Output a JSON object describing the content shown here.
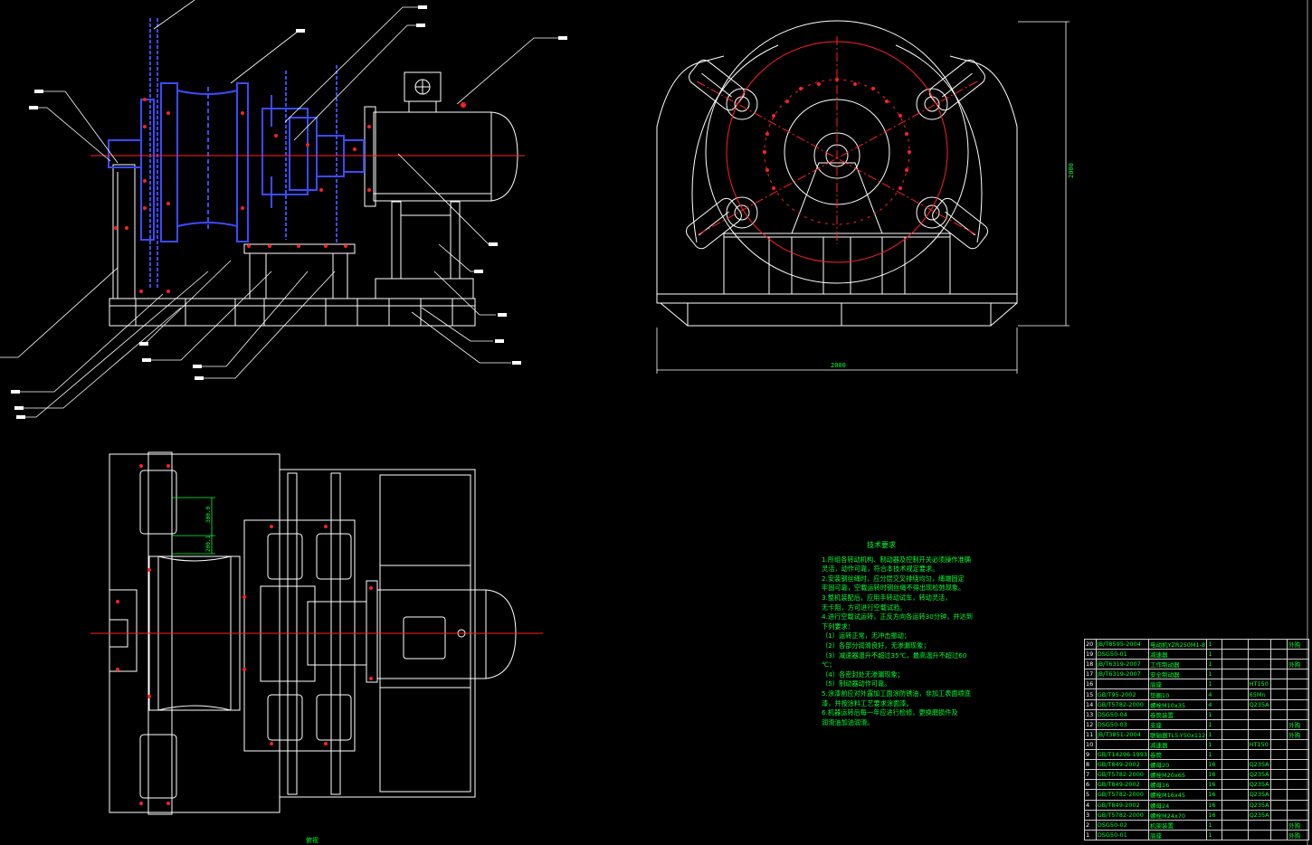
{
  "dimensions": {
    "side_height": "2000",
    "side_width": "2000",
    "plan_dim_a": "300.0",
    "plan_dim_b": "200.1"
  },
  "view_label": "俯视",
  "tech_requirements": {
    "title": "技术要求",
    "lines": [
      "1.所组各转动机构、制动器及控制开关必须操作准确",
      "灵活，动作可靠，符合本技术规定要求。",
      "2.安装钢丝绳时，应分层交叉排绕均匀，绳端固定",
      "牢固可靠，空载运转时钢丝绳不得出现松弛现象。",
      "3.整机装配后，应用手转动试车，转动灵活，",
      "无卡阻，方可进行空载试验。",
      "4.进行空载试运转，正反方向各运转30分钟，并达到",
      "下列要求：",
      "（1）运转正常，无冲击振动；",
      "（2）各部分润滑良好，无渗漏现象；",
      "（3）减速器温升不超过35℃，最高温升不超过60",
      "℃；",
      "（4）各密封处无渗漏现象；",
      "（5）制动器动作可靠。",
      "5.涂漆前应对外露加工面涂防锈油，非加工表面喷底",
      "漆，并按涂料工艺要求涂面漆。",
      "6.机器运转后每一年应进行检修，更换磨损件及",
      "润滑油加油润滑。"
    ]
  },
  "bom_rows": [
    [
      "20",
      "JB/T8595-2004",
      "电动机YZR250M1-8",
      "1",
      "",
      "",
      "",
      "外购"
    ],
    [
      "19",
      "DSG50-01",
      "减速器",
      "1",
      "",
      "",
      "",
      ""
    ],
    [
      "18",
      "JB/T6319-2007",
      "工作制动器",
      "1",
      "",
      "",
      "",
      "外购"
    ],
    [
      "17",
      "JB/T6319-2007",
      "安全制动器",
      "1",
      "",
      "",
      "",
      ""
    ],
    [
      "16",
      "",
      "底座",
      "1",
      "",
      "HT150",
      "",
      ""
    ],
    [
      "15",
      "GB/T95-2002",
      "垫圈10",
      "4",
      "",
      "65Mn",
      "",
      ""
    ],
    [
      "14",
      "GB/T5782-2000",
      "螺栓M10x35",
      "4",
      "",
      "Q235A",
      "",
      ""
    ],
    [
      "13",
      "DSG50-04",
      "卷筒装置",
      "1",
      "",
      "",
      "",
      ""
    ],
    [
      "12",
      "DSG50-03",
      "支座",
      "1",
      "",
      "",
      "",
      "外购"
    ],
    [
      "11",
      "JB/T3851-2004",
      "联轴器TL5-Y50x112",
      "1",
      "",
      "",
      "",
      "外购"
    ],
    [
      "10",
      "",
      "减速器",
      "1",
      "",
      "HT150",
      "",
      ""
    ],
    [
      "9",
      "GB/T14296-1993",
      "卷筒",
      "1",
      "",
      "",
      "",
      ""
    ],
    [
      "8",
      "GB/T849-2002",
      "螺母20",
      "16",
      "",
      "Q235A",
      "",
      ""
    ],
    [
      "7",
      "GB/T5782-2000",
      "螺栓M20x65",
      "16",
      "",
      "Q235A",
      "",
      ""
    ],
    [
      "6",
      "GB/T849-2002",
      "螺母16",
      "16",
      "",
      "Q235A",
      "",
      ""
    ],
    [
      "5",
      "GB/T5782-2000",
      "螺栓M16x45",
      "16",
      "",
      "Q235A",
      "",
      ""
    ],
    [
      "4",
      "GB/T849-2002",
      "螺母24",
      "16",
      "",
      "Q235A",
      "",
      ""
    ],
    [
      "3",
      "GB/T5782-2000",
      "螺栓M24x70",
      "16",
      "",
      "Q235A",
      "",
      ""
    ],
    [
      "2",
      "DSG50-02",
      "机架装置",
      "1",
      "",
      "",
      "",
      "外购"
    ],
    [
      "1",
      "DSG50-01",
      "底座",
      "1",
      "",
      "",
      "",
      "外购"
    ]
  ]
}
